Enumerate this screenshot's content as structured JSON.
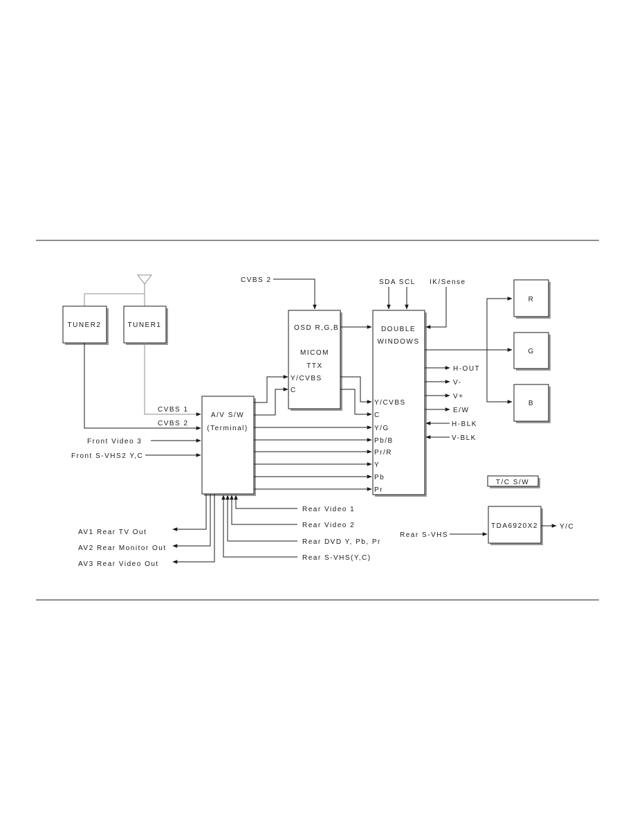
{
  "blocks": {
    "tuner2": "TUNER2",
    "tuner1": "TUNER1",
    "av_sw_line1": "A/V S/W",
    "av_sw_line2": "(Terminal)",
    "micom_osd": "OSD R,G,B",
    "micom_name": "MICOM",
    "micom_ttx": "TTX",
    "micom_ycvbs": "Y/CVBS",
    "micom_c": "C",
    "dw_line1": "DOUBLE",
    "dw_line2": "WINDOWS",
    "r": "R",
    "g": "G",
    "b": "B",
    "tc_sw": "T/C S/W",
    "tda": "TDA6920X2"
  },
  "dw_inputs": [
    "Y/CVBS",
    "C",
    "Y/G",
    "Pb/B",
    "Pr/R",
    "Y",
    "Pb",
    "Pr"
  ],
  "dw_outputs": [
    "H-OUT",
    "V-",
    "V+",
    "E/W"
  ],
  "dw_input_signals": [
    "H-BLK",
    "V-BLK"
  ],
  "top_signals": {
    "cvbs2_top": "CVBS 2",
    "sda_scl": "SDA SCL",
    "ik_sense": "IK/Sense"
  },
  "av_inputs": {
    "cvbs1": "CVBS 1",
    "cvbs2": "CVBS 2",
    "front_video3": "Front Video 3",
    "front_svhs2": "Front S-VHS2 Y,C"
  },
  "av_outputs": [
    "AV1 Rear TV Out",
    "AV2 Rear Monitor Out",
    "AV3 Rear Video Out"
  ],
  "rear_inputs": [
    "Rear Video 1",
    "Rear Video 2",
    "Rear DVD Y, Pb, Pr",
    "Rear S-VHS(Y,C)"
  ],
  "tda_io": {
    "input": "Rear S-VHS",
    "output": "Y/C"
  }
}
